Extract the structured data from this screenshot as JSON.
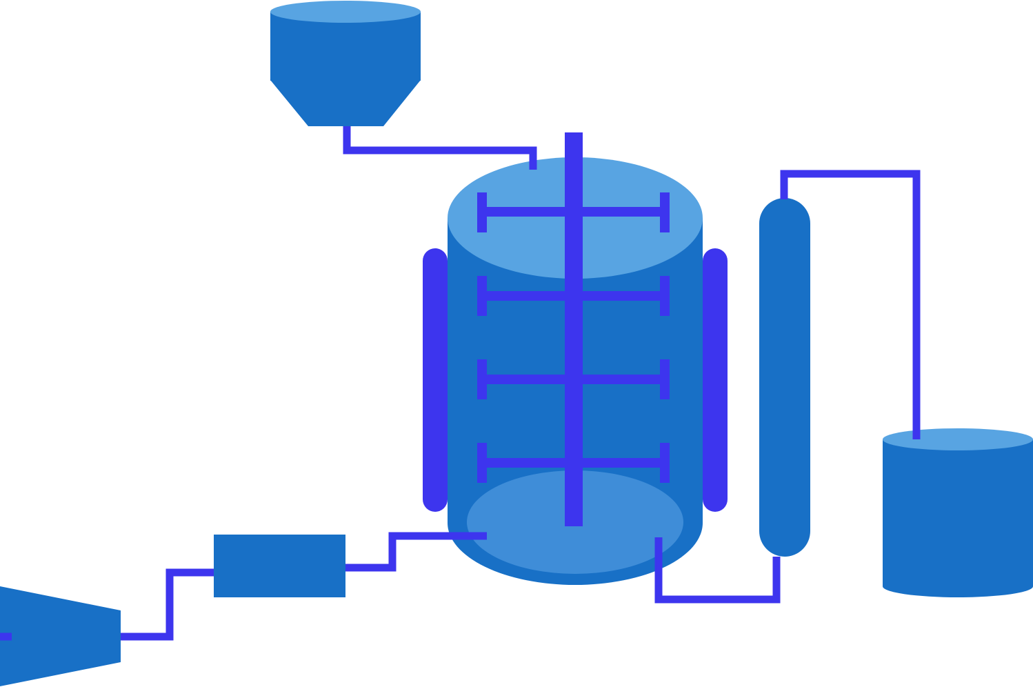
{
  "diagram": {
    "type": "process-flow",
    "title": "",
    "labels": [],
    "colors": {
      "equipment": "#1870C6",
      "equipment_top": "#58A4E2",
      "reactor_bottom": "#3F8DD8",
      "pipe": "#3D35EE",
      "background": "#FFFFFF"
    },
    "units": [
      {
        "id": "hopper",
        "icon": "hopper-icon"
      },
      {
        "id": "stirred-reactor",
        "icon": "reactor-icon"
      },
      {
        "id": "reactor-jacket",
        "icon": "heating-jacket-icon"
      },
      {
        "id": "agitator",
        "icon": "agitator-icon",
        "impeller_count": 4
      },
      {
        "id": "column",
        "icon": "column-icon"
      },
      {
        "id": "storage-tank",
        "icon": "tank-icon"
      },
      {
        "id": "pump-box",
        "icon": "pump-icon"
      },
      {
        "id": "compressor",
        "icon": "compressor-icon"
      }
    ],
    "connections": [
      {
        "from": "hopper",
        "to": "stirred-reactor"
      },
      {
        "from": "stirred-reactor",
        "to": "column"
      },
      {
        "from": "column",
        "to": "storage-tank"
      },
      {
        "from": "pump-box",
        "to": "stirred-reactor"
      },
      {
        "from": "compressor",
        "to": "pump-box"
      }
    ]
  }
}
